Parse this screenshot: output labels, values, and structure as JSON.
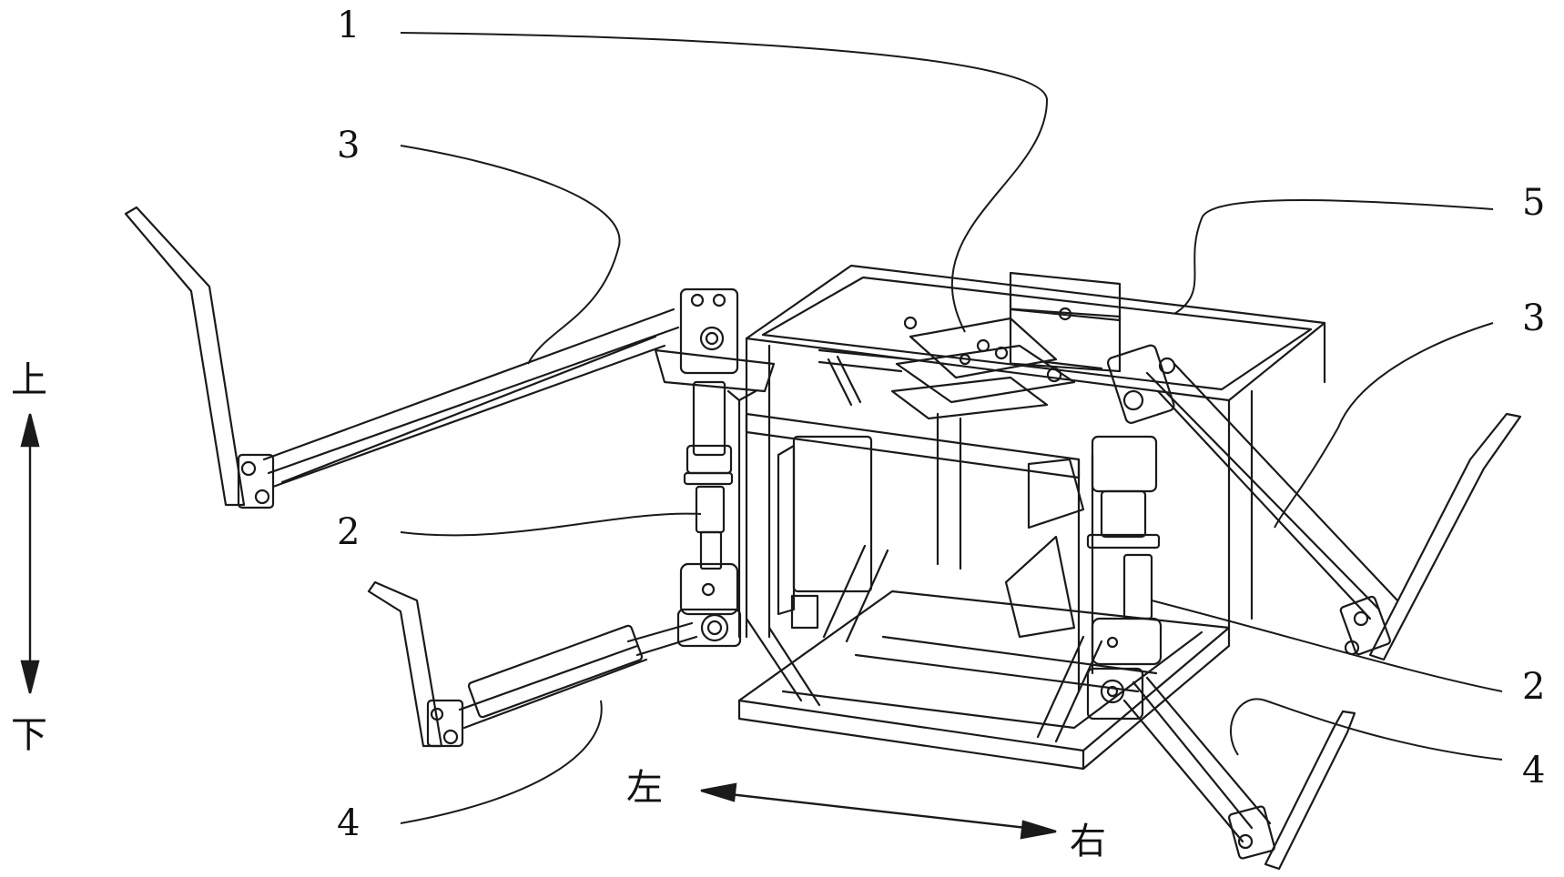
{
  "figure": {
    "labels": [
      "1",
      "3",
      "5",
      "3",
      "2",
      "2",
      "4",
      "4"
    ],
    "direction": {
      "up": "上",
      "down": "下",
      "left": "左",
      "right": "右"
    }
  },
  "colors": {
    "line": "#1a1a1a",
    "background": "#ffffff"
  }
}
